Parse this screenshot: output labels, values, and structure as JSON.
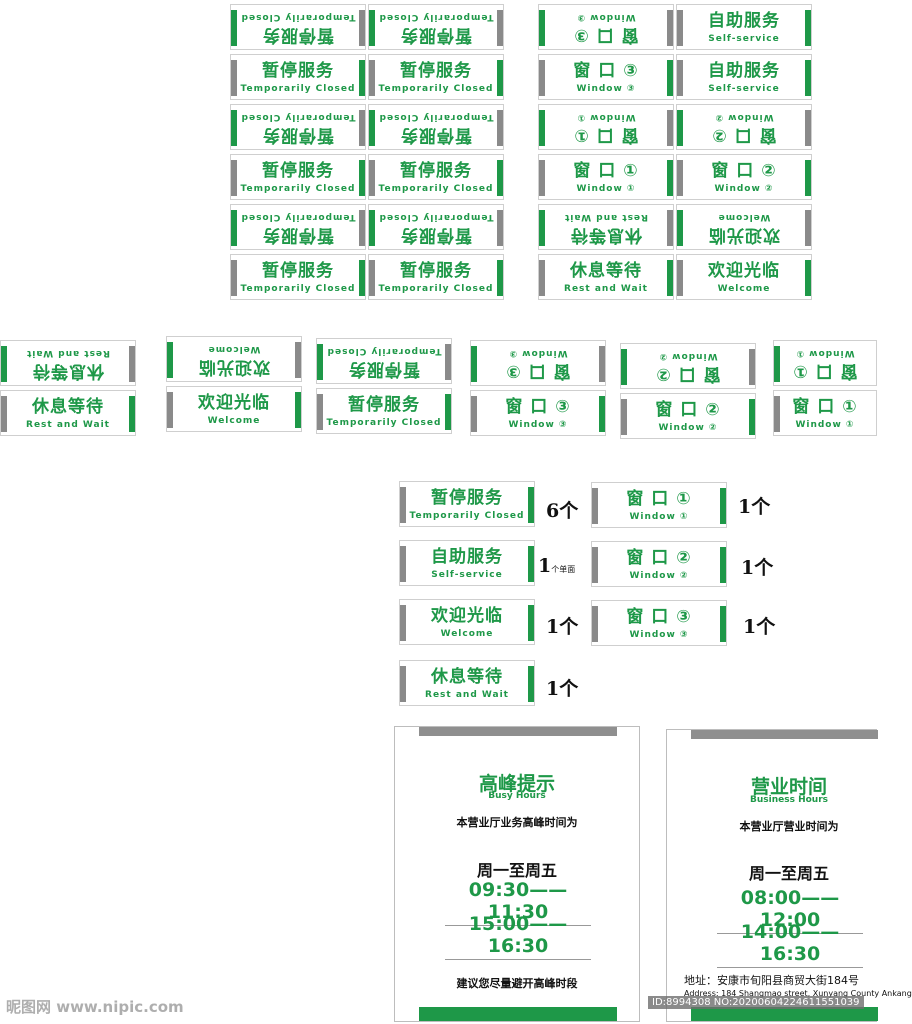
{
  "labels": {
    "closed_cn": "暂停服务",
    "closed_en": "Temporarily Closed",
    "self_cn": "自助服务",
    "self_en": "Self-service",
    "welcome_cn": "欢迎光临",
    "welcome_en": "Welcome",
    "rest_cn": "休息等待",
    "rest_en": "Rest and Wait",
    "win1_cn": "窗 口 ①",
    "win1_en": "Window ①",
    "win2_cn": "窗 口 ②",
    "win2_en": "Window ②",
    "win3_cn": "窗 口 ③",
    "win3_en": "Window ③"
  },
  "quantities": {
    "closed": "6个",
    "self": "1",
    "self_unit": "个单面",
    "welcome": "1个",
    "rest": "1个",
    "win1": "1个",
    "win2": "1个",
    "win3": "1个"
  },
  "busy_board": {
    "title": "高峰提示",
    "subtitle": "Busy Hours",
    "intro": "本营业厅业务高峰时间为",
    "days": "周一至周五",
    "time1": "09:30——11:30",
    "time2": "15:00——16:30",
    "note": "建议您尽量避开高峰时段"
  },
  "hours_board": {
    "title": "营业时间",
    "subtitle": "Business Hours",
    "intro": "本营业厅营业时间为",
    "days": "周一至周五",
    "time1": "08:00——12:00",
    "time2": "14:00——16:30",
    "address_cn": "地址：安康市旬阳县商贸大街184号",
    "address_en": "Address: 184 Shangmao street, Xunyang County Ankang"
  },
  "watermark": {
    "site": "昵图网 www.nipic.com",
    "id": "ID:8994308 NO:20200604224611551039"
  },
  "colors": {
    "brand_green": "#1e9848",
    "bar_gray": "#8a8a8a"
  }
}
